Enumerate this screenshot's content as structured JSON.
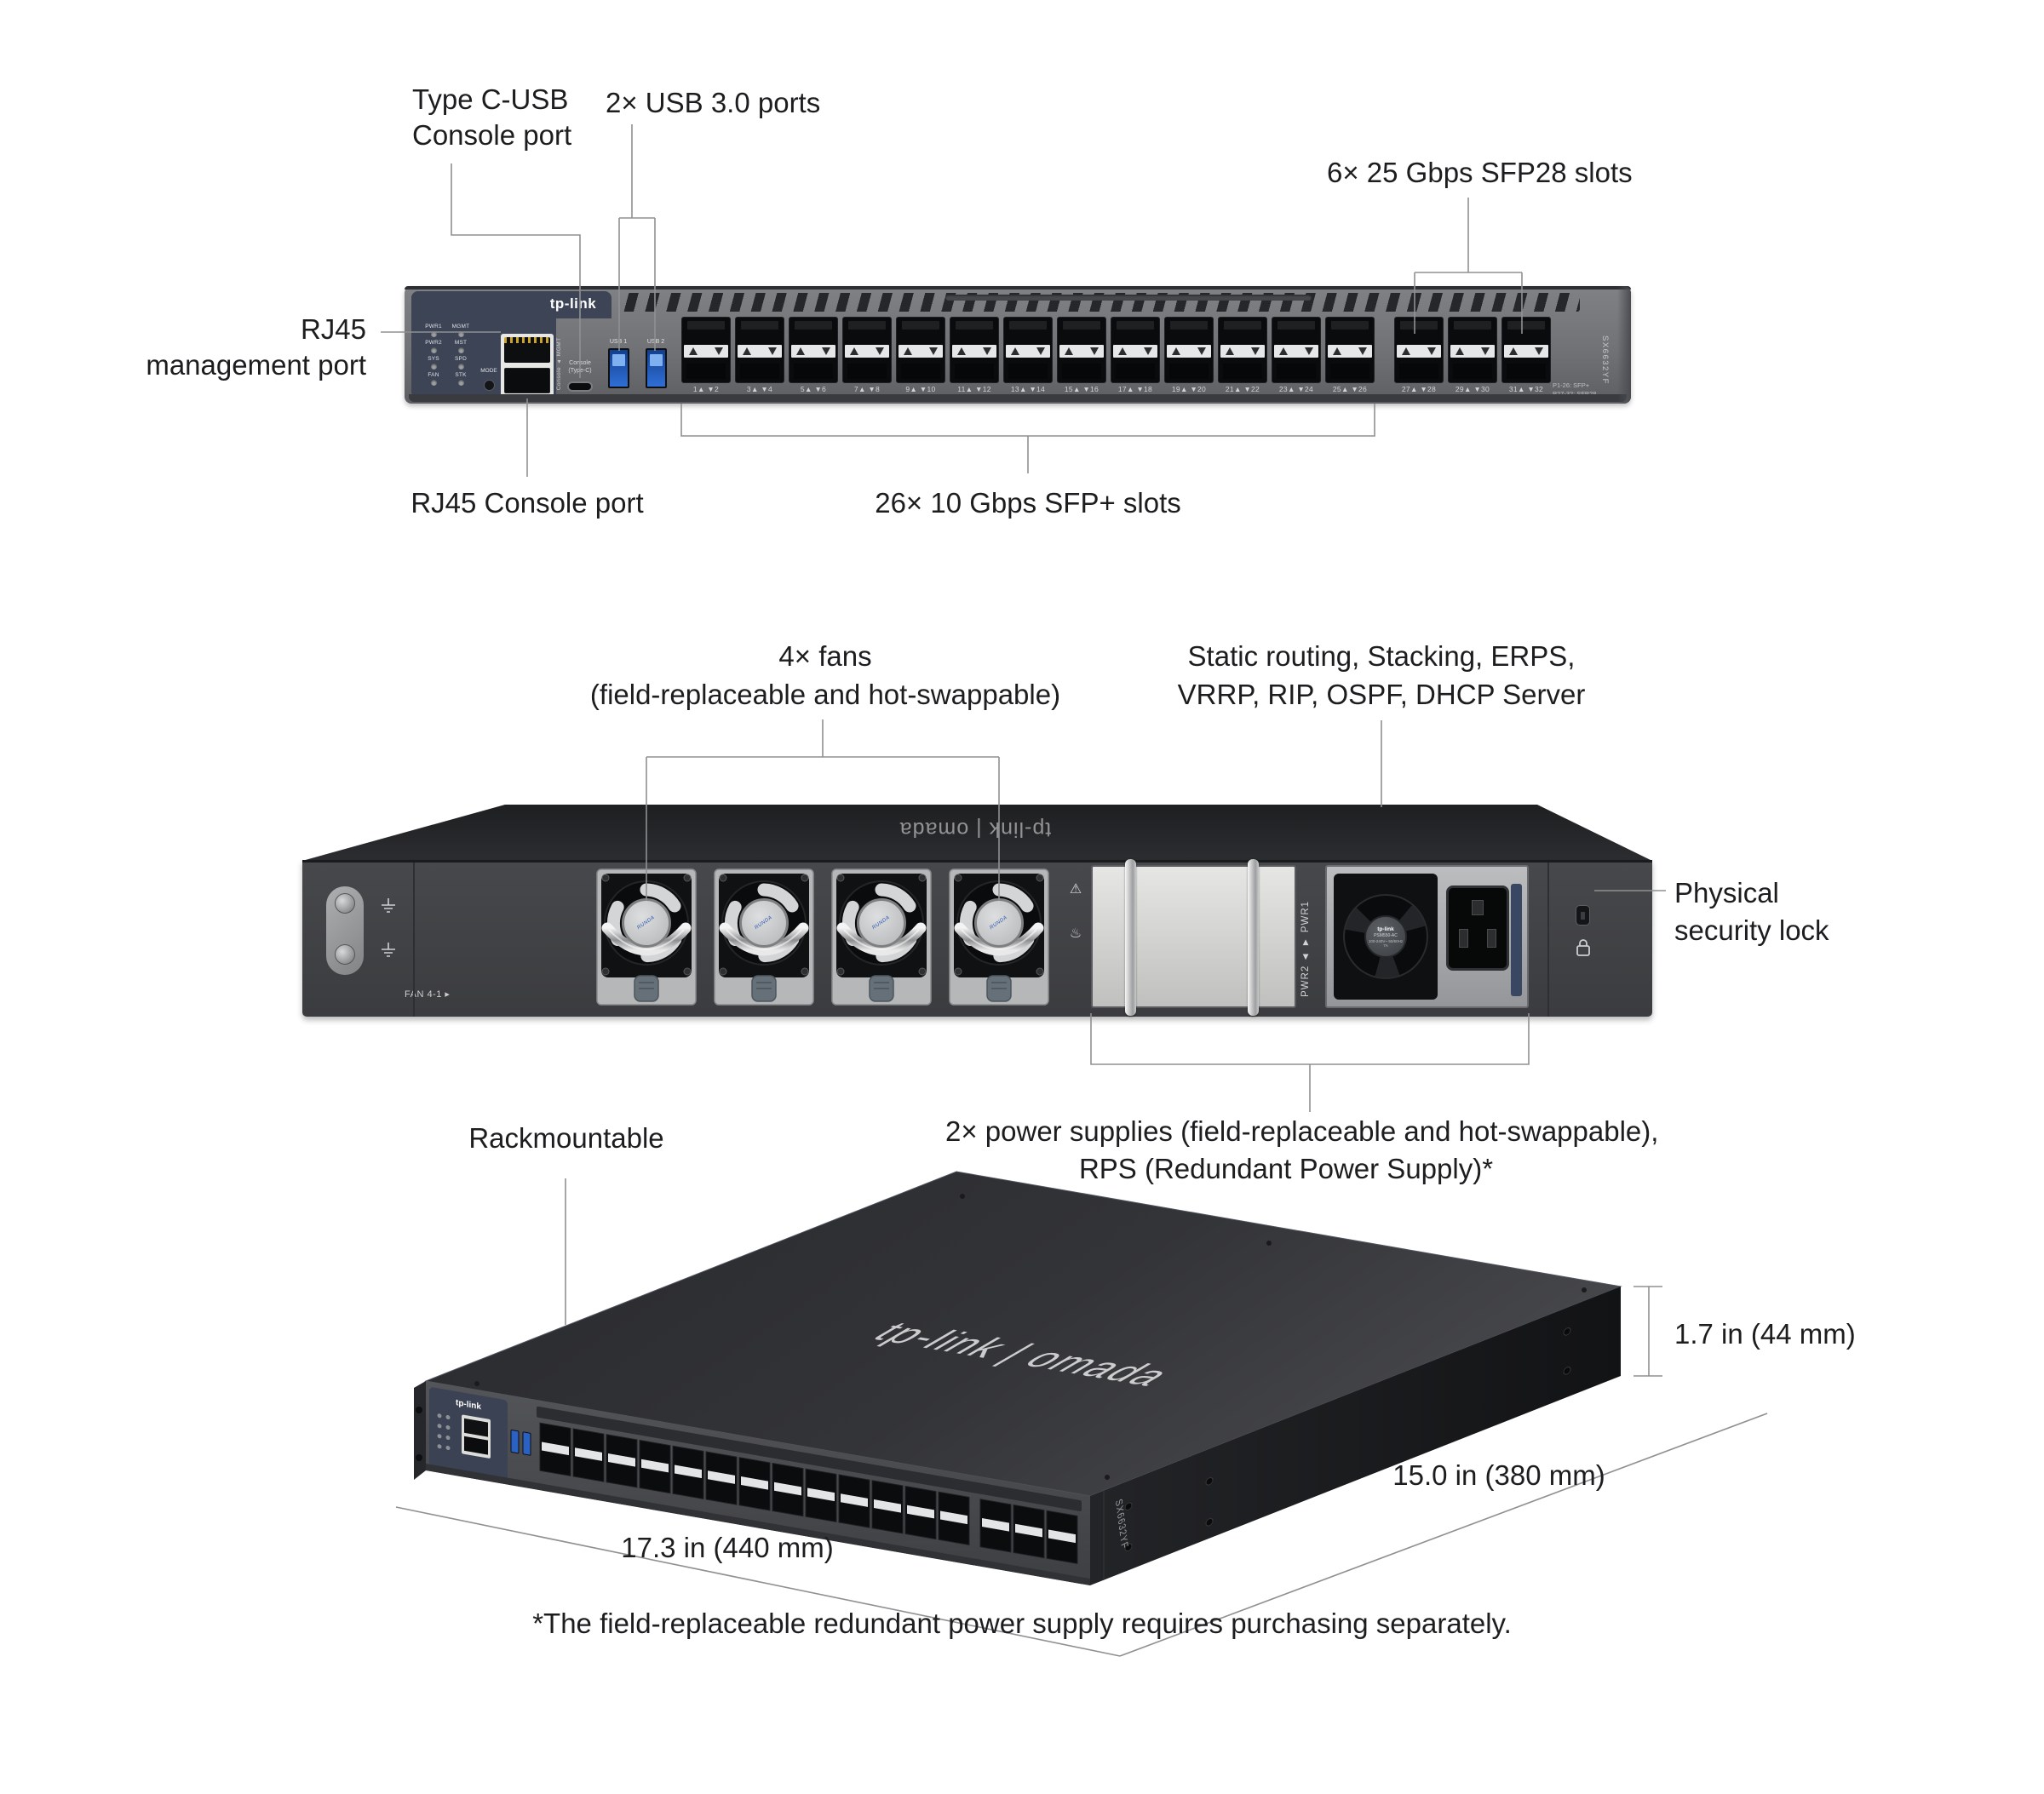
{
  "front": {
    "callouts": {
      "type_c_line1": "Type C-USB",
      "type_c_line2": "Console port",
      "usb": "2× USB 3.0 ports",
      "sfp28": "6× 25 Gbps SFP28 slots",
      "rj45_line1": "RJ45",
      "rj45_line2": "management port",
      "rj45_console": "RJ45 Console port",
      "sfp_plus": "26× 10 Gbps SFP+ slots"
    },
    "device": {
      "brand": "tp-link",
      "leds": [
        "PWR1",
        "MGMT",
        "PWR2",
        "MST",
        "SYS",
        "SPD",
        "FAN",
        "STK"
      ],
      "mode": "MODE",
      "mgmt_port": "▲ MGMT",
      "console_port": "▲ Console",
      "type_c_line1": "Console",
      "type_c_line2": "(Type-C)",
      "usb1": "USB 1",
      "usb2": "USB 2",
      "model": "SX6632YF",
      "legend1": "P1-26: SFP+",
      "legend2": "P27-32: SFP28",
      "sfp_pairs": [
        "1▲ ▼2",
        "3▲ ▼4",
        "5▲ ▼6",
        "7▲ ▼8",
        "9▲ ▼10",
        "11▲ ▼12",
        "13▲ ▼14",
        "15▲ ▼16",
        "17▲ ▼18",
        "19▲ ▼20",
        "21▲ ▼22",
        "23▲ ▼24",
        "25▲ ▼26"
      ],
      "sfp28_pairs": [
        "27▲ ▼28",
        "29▲ ▼30",
        "31▲ ▼32"
      ]
    }
  },
  "rear": {
    "callouts": {
      "fans_line1": "4× fans",
      "fans_line2": "(field-replaceable and hot-swappable)",
      "features_line1": "Static routing, Stacking, ERPS,",
      "features_line2": "VRRP, RIP, OSPF, DHCP Server",
      "lock_line1": "Physical",
      "lock_line2": "security lock",
      "psu_line1": "2× power supplies (field-replaceable and hot-swappable),",
      "psu_line2": "RPS (Redundant Power Supply)*"
    },
    "device": {
      "brand": "tp-link | omada",
      "fan_label": "FAN 4-1 ▸",
      "fan_brand": "RUNDA",
      "pwr_label": "PWR2 ▲    ▼ PWR1",
      "psu_brand": "tp-link",
      "psu_model": "PSM550-AC",
      "psu_rating": "100-240V~ 50/60Hz 7A",
      "warn1": "⚠",
      "warn2": "♨"
    }
  },
  "iso": {
    "callouts": {
      "rackmountable": "Rackmountable",
      "height": "1.7 in (44 mm)",
      "width": "17.3 in (440 mm)",
      "depth": "15.0 in (380 mm)"
    },
    "device": {
      "brand": "tp-link | omada",
      "model": "SX6632YF"
    }
  },
  "footnote": "*The field-replaceable redundant power supply requires purchasing separately."
}
